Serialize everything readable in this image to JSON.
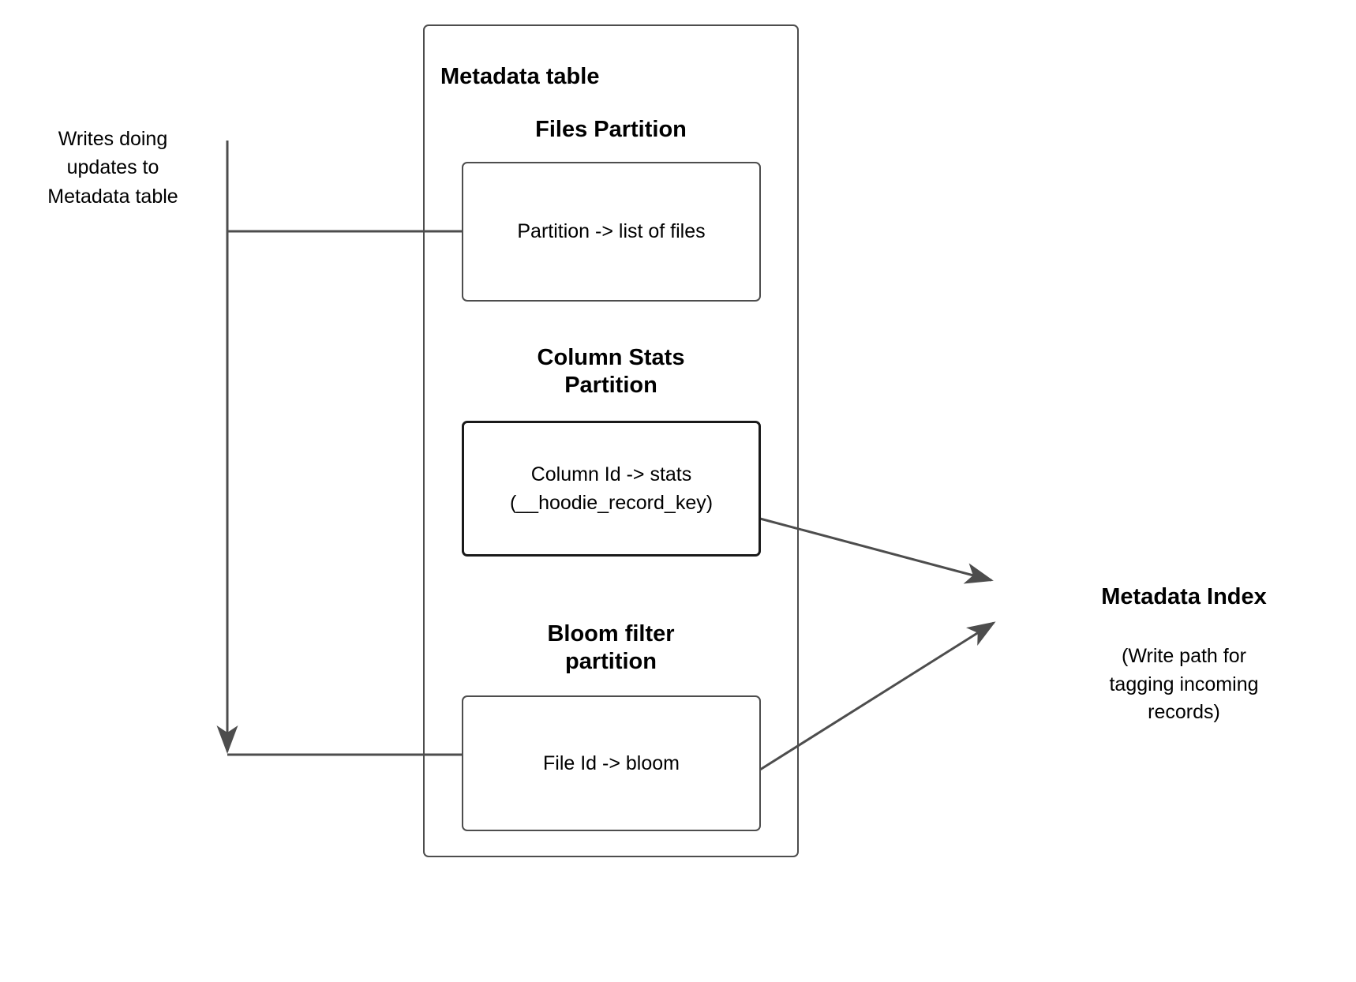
{
  "diagram": {
    "title": "Hudi Metadata table partitions and Metadata Index write path",
    "colors": {
      "outer_border": "#4d4d4d",
      "inner_border": "#4d4d4d",
      "emphasis_border": "#1a1a1a",
      "line": "#4d4d4d",
      "arrow": "#4d4d4d",
      "text": "#000000",
      "background": "#ffffff"
    }
  },
  "labels": {
    "writes_source": "Writes doing\nupdates to\nMetadata table",
    "metadata_index_title": "Metadata Index",
    "metadata_index_note": "(Write path for\ntagging incoming\nrecords)"
  },
  "metadata_table": {
    "title": "Metadata table",
    "partitions": [
      {
        "id": "files",
        "heading": "Files Partition",
        "box_text": "Partition -> list of files",
        "emphasized": false
      },
      {
        "id": "column-stats",
        "heading": "Column Stats\nPartition",
        "box_text": "Column Id  -> stats\n(__hoodie_record_key)",
        "emphasized": true
      },
      {
        "id": "bloom-filter",
        "heading": "Bloom filter\npartition",
        "box_text": "File Id -> bloom",
        "emphasized": false
      }
    ]
  },
  "connectors": [
    {
      "id": "writes-to-files-partition",
      "from": "writes_source",
      "to": "files-partition-box",
      "arrowhead": false
    },
    {
      "id": "writes-to-bloom-partition",
      "from": "writes_source",
      "to": "bloom-filter-box",
      "arrowhead": true
    },
    {
      "id": "column-stats-to-metadata-index",
      "from": "column-stats-box",
      "to": "metadata-index",
      "arrowhead": true
    },
    {
      "id": "bloom-filter-to-metadata-index",
      "from": "bloom-filter-box",
      "to": "metadata-index",
      "arrowhead": true
    }
  ]
}
